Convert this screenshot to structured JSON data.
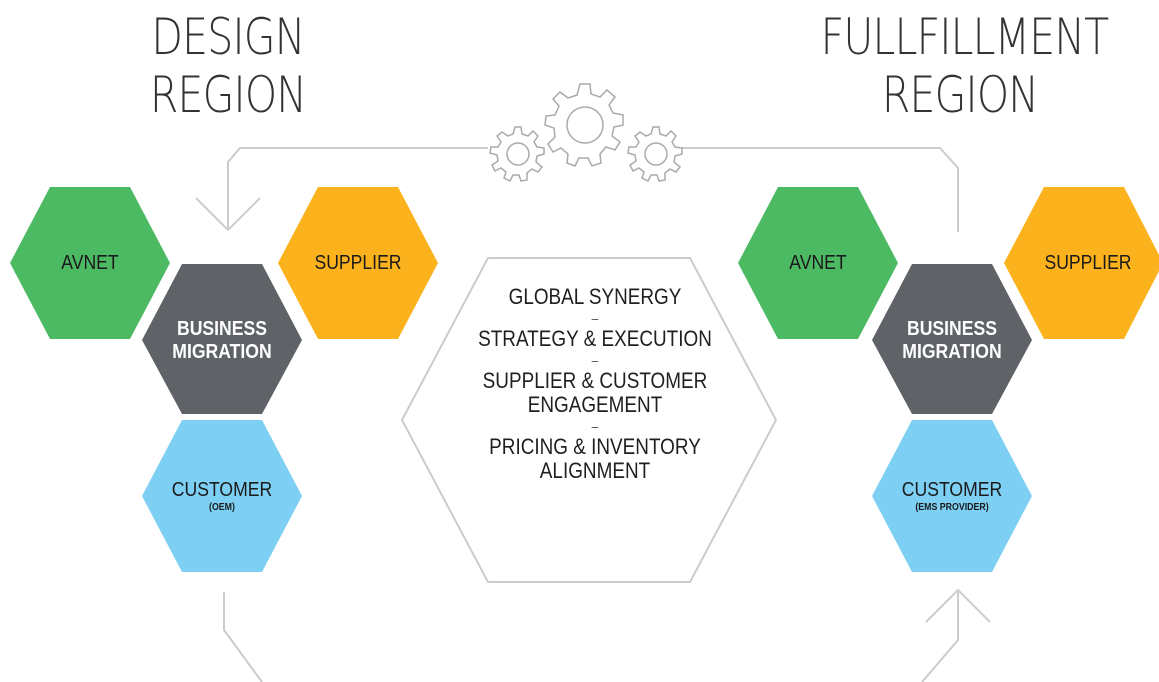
{
  "regions": {
    "design": {
      "title_line1": "DESIGN",
      "title_line2": "REGION"
    },
    "fulfillment": {
      "title_line1": "FULLFILLMENT",
      "title_line2": "REGION"
    }
  },
  "left_cluster": {
    "avnet": "AVNET",
    "supplier": "SUPPLIER",
    "business_line1": "BUSINESS",
    "business_line2": "MIGRATION",
    "customer": "CUSTOMER",
    "customer_sub": "(OEM)"
  },
  "right_cluster": {
    "avnet": "AVNET",
    "supplier": "SUPPLIER",
    "business_line1": "BUSINESS",
    "business_line2": "MIGRATION",
    "customer": "CUSTOMER",
    "customer_sub": "(EMS PROVIDER)"
  },
  "center": {
    "item1": "GLOBAL SYNERGY",
    "item2": "STRATEGY & EXECUTION",
    "item3_line1": "SUPPLIER & CUSTOMER",
    "item3_line2": "ENGAGEMENT",
    "item4_line1": "PRICING & INVENTORY",
    "item4_line2": "ALIGNMENT",
    "separator": "–"
  },
  "colors": {
    "green": "#4cb963",
    "orange": "#fbb21c",
    "dark_gray": "#5f6368",
    "light_blue": "#7dcff3",
    "line_gray": "#cccccc",
    "title_text": "#333333"
  },
  "icons": [
    "gears-icon",
    "down-arrow-icon",
    "up-arrow-icon"
  ]
}
